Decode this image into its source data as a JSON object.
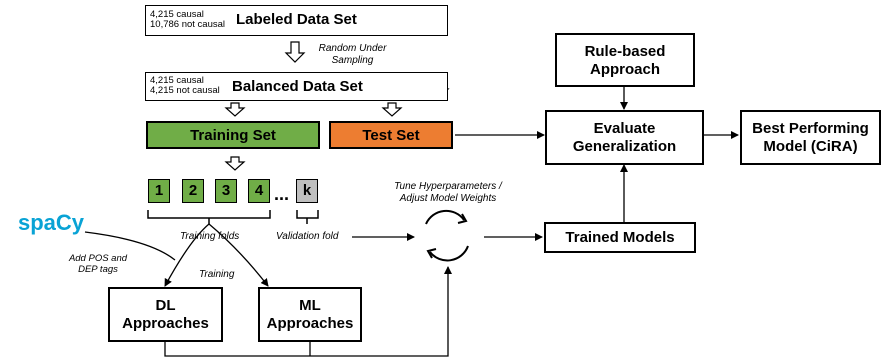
{
  "labeled": {
    "line1": "4,215 causal",
    "line2": "10,786 not causal",
    "title": "Labeled Data Set"
  },
  "sampling_label": [
    "Random Under",
    "Sampling"
  ],
  "balanced": {
    "line1": "4,215 causal",
    "line2": "4,215 not causal",
    "title": "Balanced Data Set"
  },
  "training_set": "Training Set",
  "test_set": "Test Set",
  "folds": [
    "1",
    "2",
    "3",
    "4"
  ],
  "ellipsis": "...",
  "validation_fold_box": "k",
  "training_folds_label": "Training folds",
  "validation_fold_label": "Validation fold",
  "tune_label": [
    "Tune Hyperparameters /",
    "Adjust Model Weights"
  ],
  "spacy": "spaCy",
  "pos_dep_label": [
    "Add POS and",
    "DEP tags"
  ],
  "training_label": "Training",
  "dl": [
    "DL",
    "Approaches"
  ],
  "ml": [
    "ML",
    "Approaches"
  ],
  "rule_based": [
    "Rule-based",
    "Approach"
  ],
  "evaluate": [
    "Evaluate",
    "Generalization"
  ],
  "best_model": [
    "Best Performing",
    "Model (CiRA)"
  ],
  "trained_models": "Trained Models",
  "colors": {
    "training_green": "#70ad47",
    "test_orange": "#ed7d31",
    "spacy_blue": "#09a3d5",
    "fold_gray": "#bfbfbf"
  }
}
